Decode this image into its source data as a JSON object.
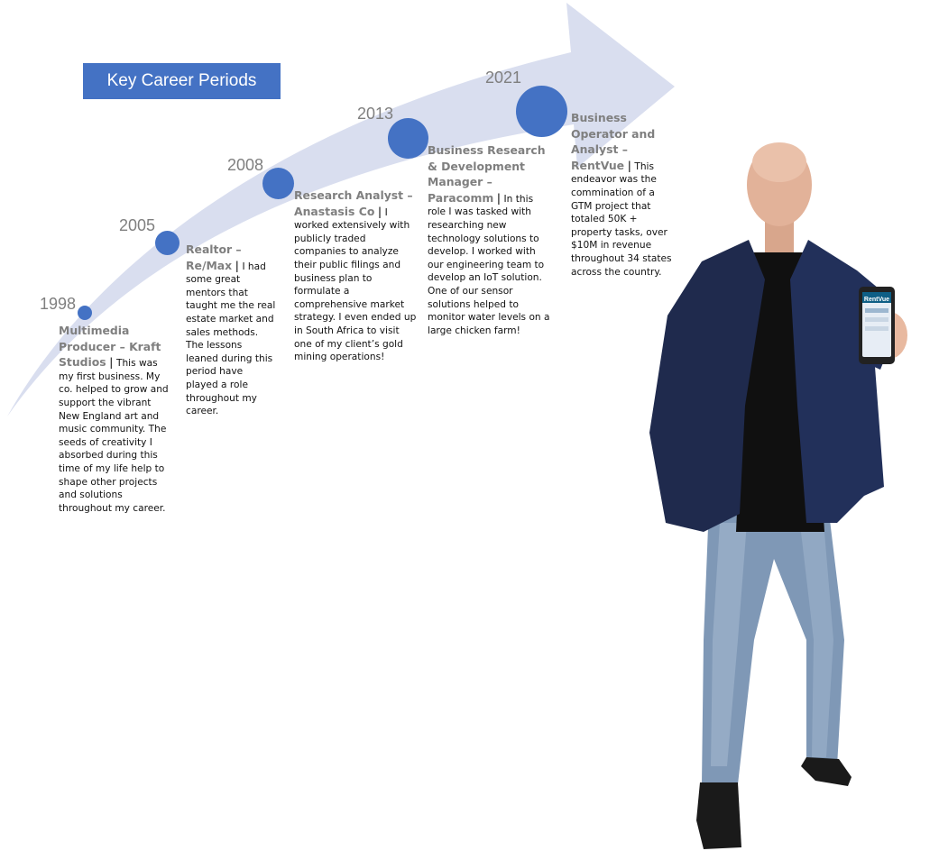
{
  "title": "Key Career Periods",
  "colors": {
    "accent": "#4472c4",
    "arrow": "#d9deef",
    "year_text": "#7f7f7f"
  },
  "milestones": [
    {
      "year": "1998",
      "role": "Multimedia Producer – Kraft Studios",
      "separator": "|",
      "description": "This was my first business. My co. helped to grow and support the vibrant New England art and music community. The seeds of creativity I absorbed during this time of my life help to shape other projects and solutions throughout my career."
    },
    {
      "year": "2005",
      "role": "Realtor – Re/Max",
      "separator": "|",
      "description": "I had some great mentors that taught me the real estate market and sales methods. The lessons leaned during this period have played a role throughout my career."
    },
    {
      "year": "2008",
      "role": "Research Analyst – Anastasis Co",
      "separator": "|",
      "description": "I worked extensively with publicly traded companies to analyze their public filings and business plan to formulate a comprehensive market strategy. I even ended up in South Africa to visit one of my client’s gold mining operations!"
    },
    {
      "year": "2013",
      "role": "Business Research & Development Manager – Paracomm",
      "separator": "|",
      "description": "In this role I was tasked with researching new technology solutions to develop. I worked with our engineering team to develop an IoT solution. One of our sensor solutions helped to monitor water levels on a large chicken farm!"
    },
    {
      "year": "2021",
      "role": "Business Operator and Analyst – RentVue",
      "separator": "|",
      "description": "This endeavor was the commination of a GTM project that totaled 50K + property tasks, over $10M in revenue throughout 34 states across the country."
    }
  ],
  "photo": {
    "phone_brand": "RentVue"
  }
}
